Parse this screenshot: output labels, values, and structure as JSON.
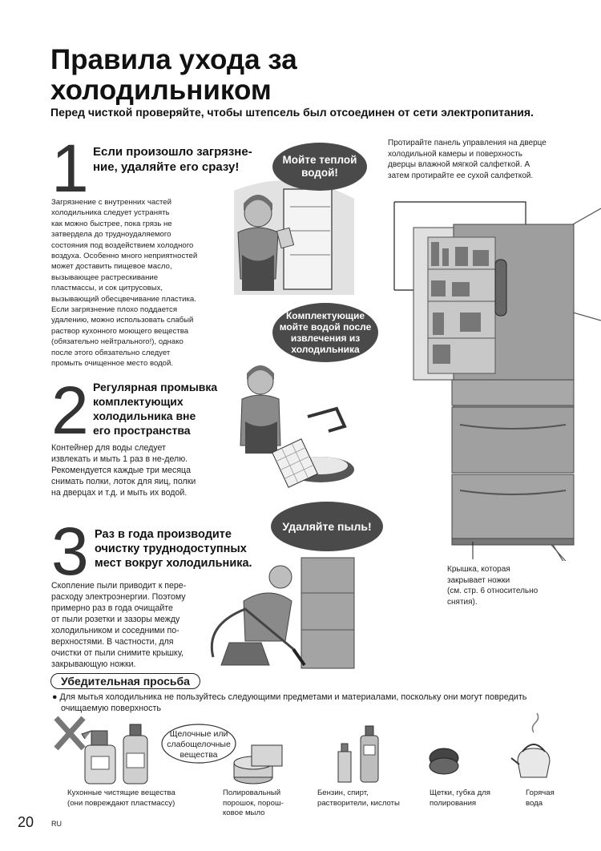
{
  "header": {
    "title_line1": "Правила ухода за",
    "title_line2": "холодильником",
    "subtitle": "Перед чисткой проверяйте, чтобы штепсель был отсоединен от сети электропитания."
  },
  "section1": {
    "number": "1",
    "heading_line1": "Если произошло загрязне-",
    "heading_line2": "ние, удаляйте его сразу!",
    "lines": [
      "Загрязнение с внутренних частей",
      "холодильника следует устранять",
      "как можно быстрее, пока грязь не",
      "затвердела до трудноудаляемого",
      "состояния под воздействием холодного",
      "воздуха. Особенно много неприятностей",
      "может доставить пищевое масло,",
      "вызывающее растрескивание",
      "пластмассы, и сок цитрусовых,",
      "вызывающий обесцвечивание пластика.",
      "Если загрязнение плохо поддается",
      "удалению, можно использовать слабый",
      "раствор кухонного моющего вещества",
      "(обязательно нейтрального!), однако",
      "после этого обязательно следует",
      "промыть очищенное место водой."
    ],
    "bubble_line1": "Мойте теплой",
    "bubble_line2": "водой!"
  },
  "panel_note": {
    "lines": [
      "Протирайте панель управления на дверце",
      "холодильной камеры и поверхность",
      "дверцы влажной мягкой салфеткой. А",
      "затем протирайте ее сухой салфеткой."
    ]
  },
  "section2": {
    "number": "2",
    "heading_lines": [
      "Регулярная промывка",
      "комплектующих",
      "холодильника вне",
      "его пространства"
    ],
    "bubble_lines": [
      "Комплектующие",
      "мойте водой после",
      "извлечения из",
      "холодильника"
    ],
    "lines": [
      "Контейнер для воды следует",
      "извлекать и мыть 1 раз в не-делю.",
      "Рекомендуется каждые три месяца",
      "снимать полки, лоток для яиц, полки",
      "на дверцах и т.д. и мыть их водой."
    ]
  },
  "section3": {
    "number": "3",
    "heading_lines": [
      "Раз в года производите",
      "очистку труднодоступных",
      "мест вокруг холодильника."
    ],
    "bubble": "Удаляйте пыль!",
    "lines": [
      "Скопление пыли приводит к пере-",
      "расходу электроэнергии. Поэтому",
      "примерно раз в года очищайте",
      "от пыли розетки и зазоры между",
      "холодильником и соседними по-",
      "верхностями. В частности, для",
      "очистки от пыли снимите крышку,",
      "закрывающую ножки."
    ]
  },
  "cover_note": {
    "lines": [
      "Крышка, которая",
      "закрывает ножки",
      "(см. стр. 6 относительно",
      "снятия)."
    ]
  },
  "request": {
    "title": "Убедительная просьба",
    "line1": "● Для мытья холодильника не пользуйтесь следующими предметами и материалами, поскольку они могут повредить",
    "line2": "очищаемую поверхность",
    "cloud_lines": [
      "Щелочные или",
      "слабощелочные",
      "вещества"
    ]
  },
  "items": [
    {
      "line1": "Кухонные чистящие вещества",
      "line2": "(они повреждают пластмассу)",
      "line3": ""
    },
    {
      "line1": "Полировальный",
      "line2": "порошок, порош-",
      "line3": "ковое мыло"
    },
    {
      "line1": "Бензин, спирт,",
      "line2": "растворители, кислоты",
      "line3": ""
    },
    {
      "line1": "Щетки, губка для",
      "line2": "полирования",
      "line3": ""
    },
    {
      "line1": "Горячая",
      "line2": "вода",
      "line3": ""
    }
  ],
  "footer": {
    "page": "20",
    "lang": "RU"
  },
  "colors": {
    "bubble": "#4a4a4a",
    "fridge": "#9a9a9a",
    "text": "#1a1a1a"
  }
}
